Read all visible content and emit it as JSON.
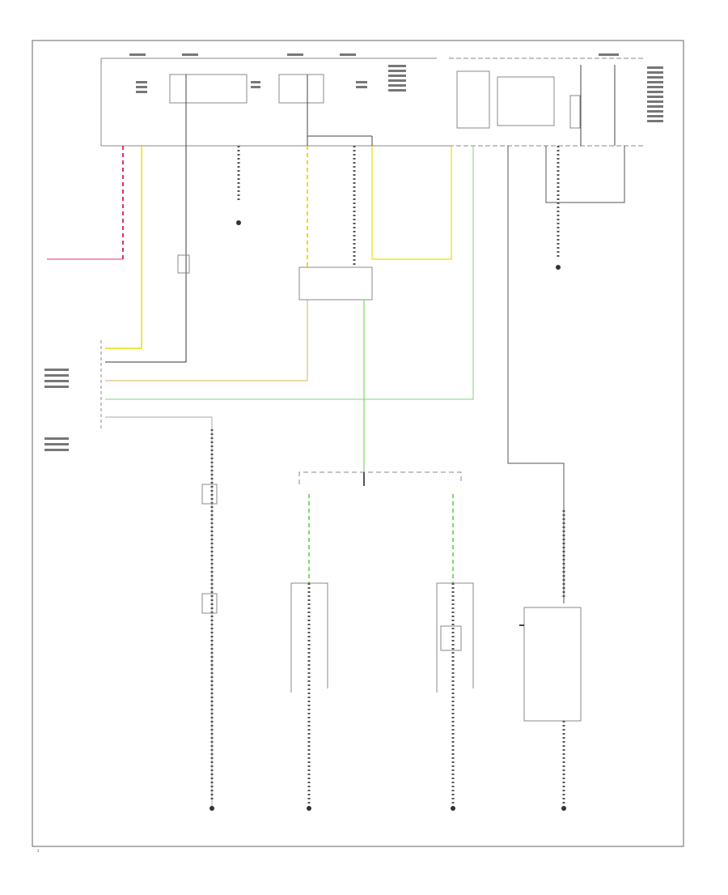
{
  "diagram_code": "2",
  "colors": {
    "wire_black": "#3a3a3a",
    "wire_yellow": "#e8e000",
    "wire_green": "#7ad96b",
    "wire_red": "#e0306a",
    "wire_tan": "#d8b25a",
    "frame": "#666666"
  },
  "components": [
    "fuse-relay-block-top",
    "relay-right",
    "module-left",
    "center-connector",
    "junction-bottom",
    "switch-left",
    "switch-center",
    "switch-right",
    "module-lower-right"
  ],
  "grounds": [
    "ground-1",
    "ground-2",
    "ground-3",
    "ground-4",
    "ground-5"
  ]
}
